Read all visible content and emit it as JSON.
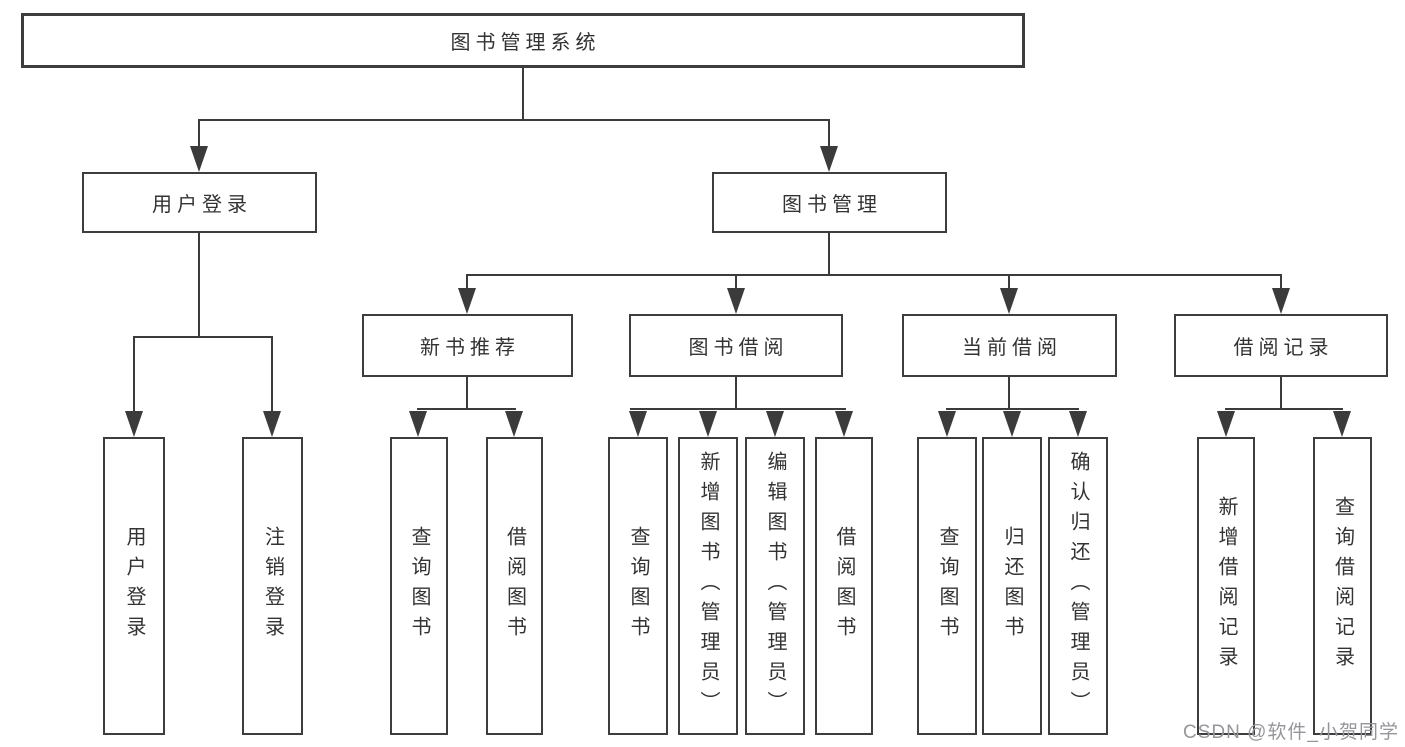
{
  "diagram_title": "图书管理系统",
  "colors": {
    "background": "#ffffff",
    "line": "#3b3b3b",
    "box_border": "#3d3d3d",
    "text": "#333333",
    "watermark": "#95969b"
  },
  "nodes": {
    "root": {
      "label": "图书管理系统"
    },
    "level2": [
      {
        "label": "用户登录"
      },
      {
        "label": "图书管理"
      }
    ],
    "level3": [
      {
        "label": "新书推荐"
      },
      {
        "label": "图书借阅"
      },
      {
        "label": "当前借阅"
      },
      {
        "label": "借阅记录"
      }
    ],
    "leaves": {
      "user_login": [
        {
          "label": "用户登录"
        },
        {
          "label": "注销登录"
        }
      ],
      "new_book": [
        {
          "label": "查询图书"
        },
        {
          "label": "借阅图书"
        }
      ],
      "book_borrow": [
        {
          "label": "查询图书"
        },
        {
          "label": "新增图书（管理员）"
        },
        {
          "label": "编辑图书（管理员）"
        },
        {
          "label": "借阅图书"
        }
      ],
      "current_borrow": [
        {
          "label": "查询图书"
        },
        {
          "label": "归还图书"
        },
        {
          "label": "确认归还（管理员）"
        }
      ],
      "borrow_record": [
        {
          "label": "新增借阅记录"
        },
        {
          "label": "查询借阅记录"
        }
      ]
    }
  },
  "watermark": {
    "text": "CSDN @软件_小贺同学"
  }
}
